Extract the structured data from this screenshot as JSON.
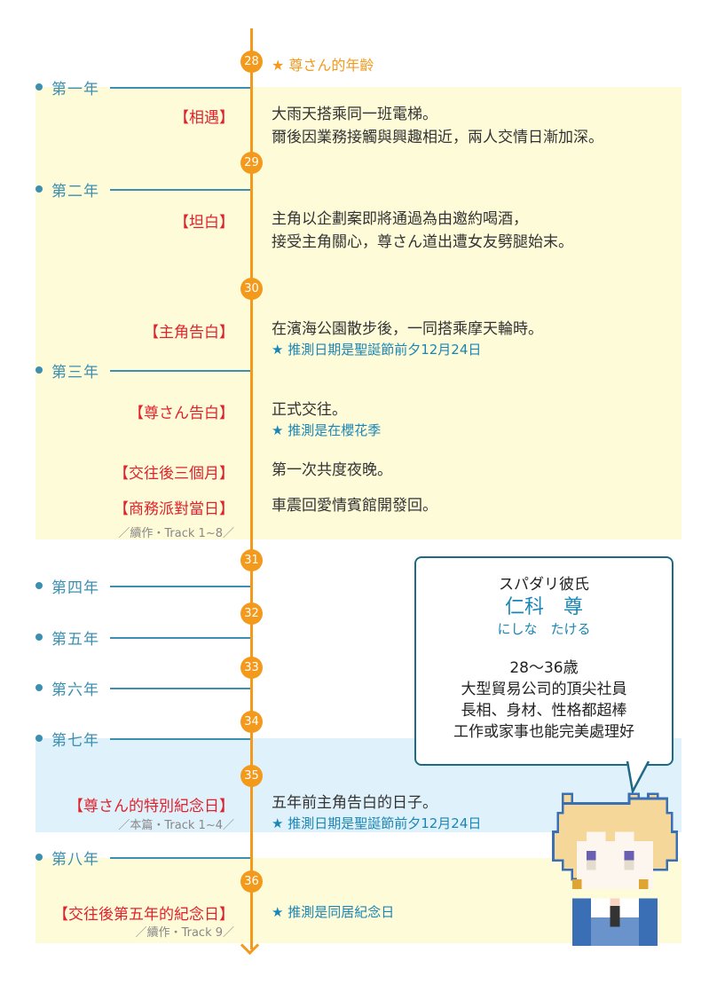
{
  "ages": [
    "28",
    "29",
    "30",
    "31",
    "32",
    "33",
    "34",
    "35",
    "36"
  ],
  "header_note": "★ 尊さん的年齡",
  "years": [
    "第一年",
    "第二年",
    "第三年",
    "第四年",
    "第五年",
    "第六年",
    "第七年",
    "第八年"
  ],
  "events": [
    {
      "label": "【相遇】",
      "lines": [
        "大雨天搭乘同一班電梯。",
        "爾後因業務接觸與興趣相近，兩人交情日漸加深。"
      ]
    },
    {
      "label": "【坦白】",
      "lines": [
        "主角以企劃案即將通過為由邀約喝酒，",
        "接受主角關心，尊さん道出遭女友劈腿始末。"
      ]
    },
    {
      "label": "【主角告白】",
      "lines": [
        "在濱海公園散步後，一同搭乘摩天輪時。"
      ],
      "note": "★ 推測日期是聖誕節前夕12月24日"
    },
    {
      "label": "【尊さん告白】",
      "lines": [
        "正式交往。"
      ],
      "note": "★ 推測是在櫻花季"
    },
    {
      "label": "【交往後三個月】",
      "lines": [
        "第一次共度夜晚。"
      ]
    },
    {
      "label": "【商務派對當日】",
      "lines": [
        "車震回愛情賓館開發回。"
      ],
      "source": "／續作・Track 1~8／"
    },
    {
      "label": "【尊さん的特別紀念日】",
      "lines": [
        "五年前主角告白的日子。"
      ],
      "note": "★ 推測日期是聖誕節前夕12月24日",
      "source": "／本篇・Track 1~4／"
    },
    {
      "label": "【交往後第五年的紀念日】",
      "note": "★ 推測是同居紀念日",
      "source": "／續作・Track 9／"
    }
  ],
  "profile": {
    "title": "スパダリ彼氏",
    "name": "仁科　尊",
    "reading": "にしな　たける",
    "age": "28～36歳",
    "lines": [
      "大型貿易公司的頂尖社員",
      "長相、身材、性格都超棒",
      "工作或家事也能完美處理好"
    ]
  },
  "colors": {
    "axis": "#f39a1d",
    "year": "#3b8fb0",
    "label": "#e0222d",
    "note": "#1a86b5"
  }
}
